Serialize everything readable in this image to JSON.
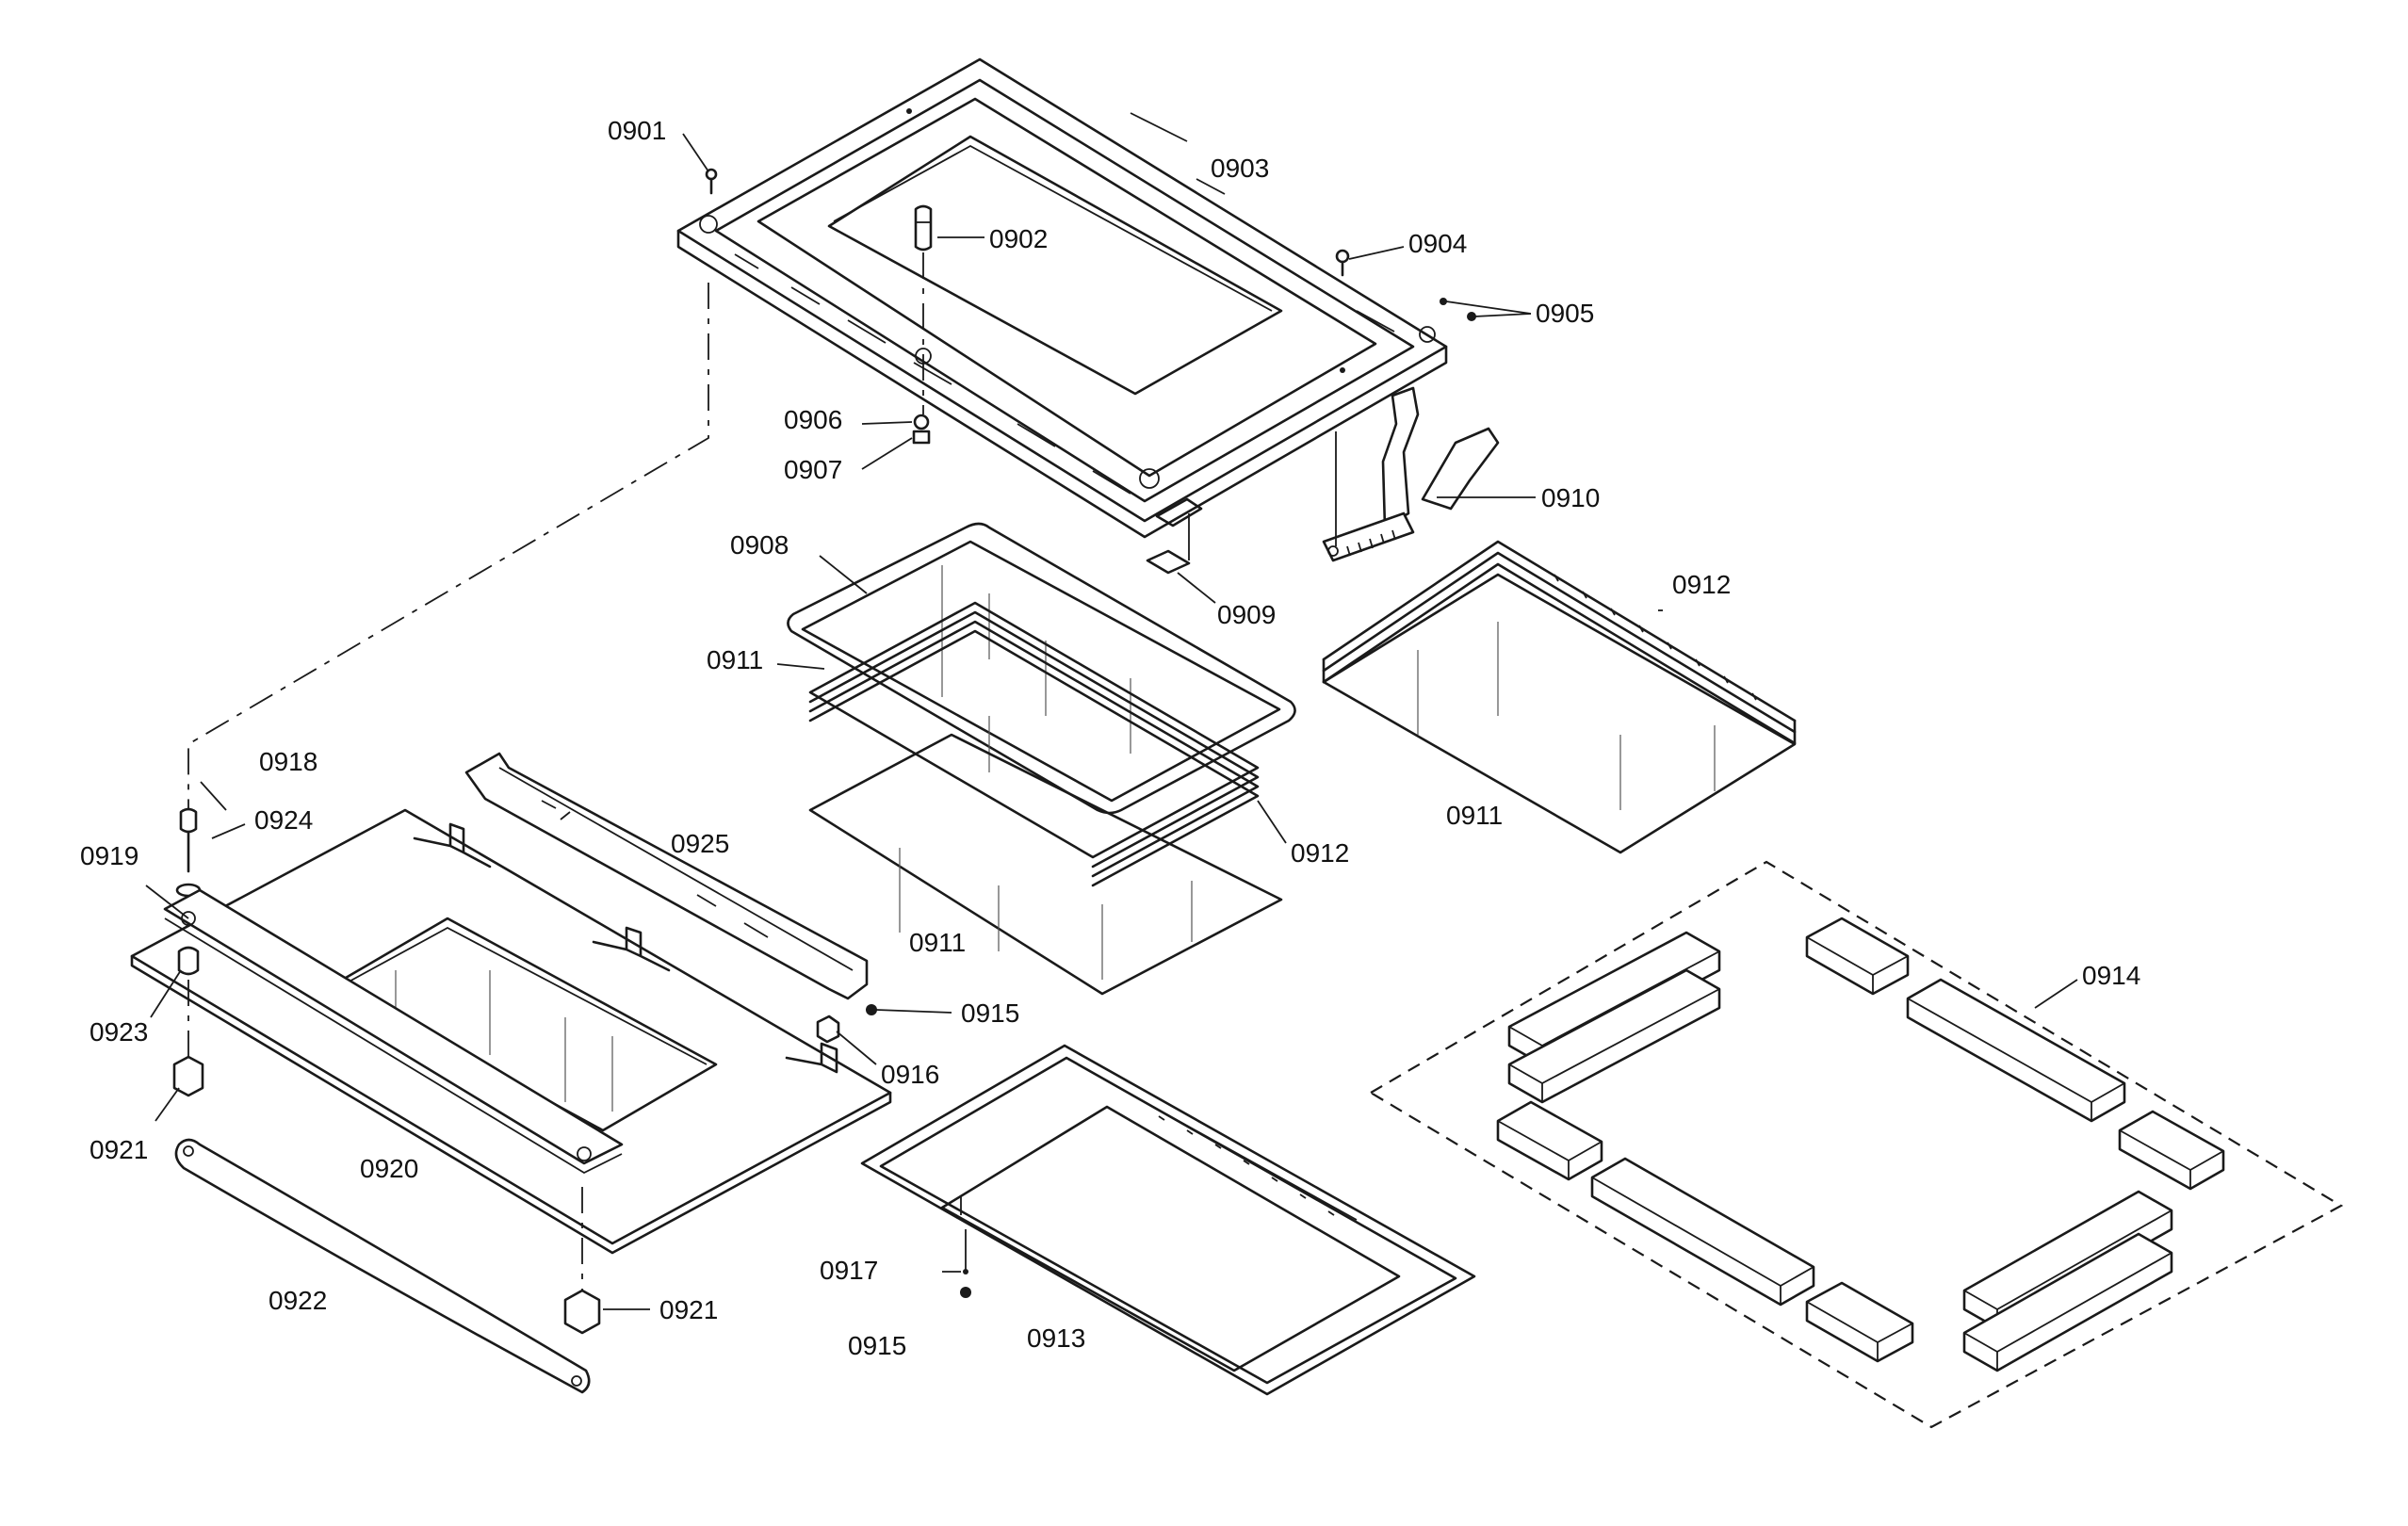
{
  "diagram": {
    "labels": {
      "l0901": "0901",
      "l0902": "0902",
      "l0903": "0903",
      "l0904": "0904",
      "l0905": "0905",
      "l0906": "0906",
      "l0907": "0907",
      "l0908": "0908",
      "l0909": "0909",
      "l0910": "0910",
      "l0911a": "0911",
      "l0911b": "0911",
      "l0911c": "0911",
      "l0912a": "0912",
      "l0912b": "0912",
      "l0913": "0913",
      "l0914": "0914",
      "l0915a": "0915",
      "l0915b": "0915",
      "l0916": "0916",
      "l0917": "0917",
      "l0918": "0918",
      "l0919": "0919",
      "l0920": "0920",
      "l0921a": "0921",
      "l0921b": "0921",
      "l0922": "0922",
      "l0923": "0923",
      "l0924": "0924",
      "l0925": "0925"
    }
  }
}
